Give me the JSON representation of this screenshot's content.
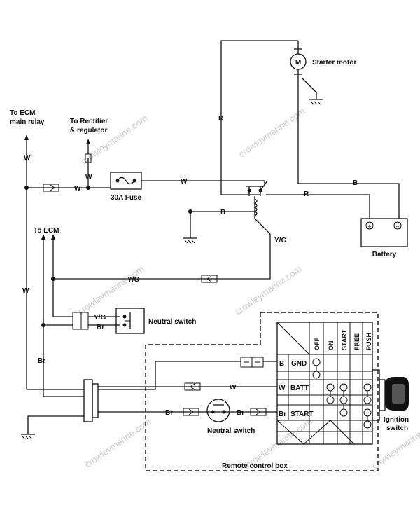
{
  "labels": {
    "starter_motor": "Starter motor",
    "motor_symbol": "M",
    "to_ecm_main_relay_1": "To ECM",
    "to_ecm_main_relay_2": "main relay",
    "to_rectifier_1": "To Rectifier",
    "to_rectifier_2": "& regulator",
    "fuse": "30A Fuse",
    "battery": "Battery",
    "battery_plus": "+",
    "battery_minus": "−",
    "to_ecm": "To ECM",
    "neutral_switch_upper": "Neutral switch",
    "neutral_switch_lower": "Neutral switch",
    "ignition_switch_1": "Ignition",
    "ignition_switch_2": "switch",
    "remote_control_box": "Remote control box"
  },
  "wire_colors": {
    "white": "W",
    "red": "R",
    "black": "B",
    "yellow_green": "Y/G",
    "brown": "Br"
  },
  "switch_table": {
    "columns": [
      "OFF",
      "ON",
      "START",
      "FREE",
      "PUSH"
    ],
    "rows": [
      {
        "wire": "B",
        "terminal": "GND"
      },
      {
        "wire": "W",
        "terminal": "BATT"
      },
      {
        "wire": "Br",
        "terminal": "START"
      }
    ]
  },
  "watermark": "crowleymarine.com"
}
